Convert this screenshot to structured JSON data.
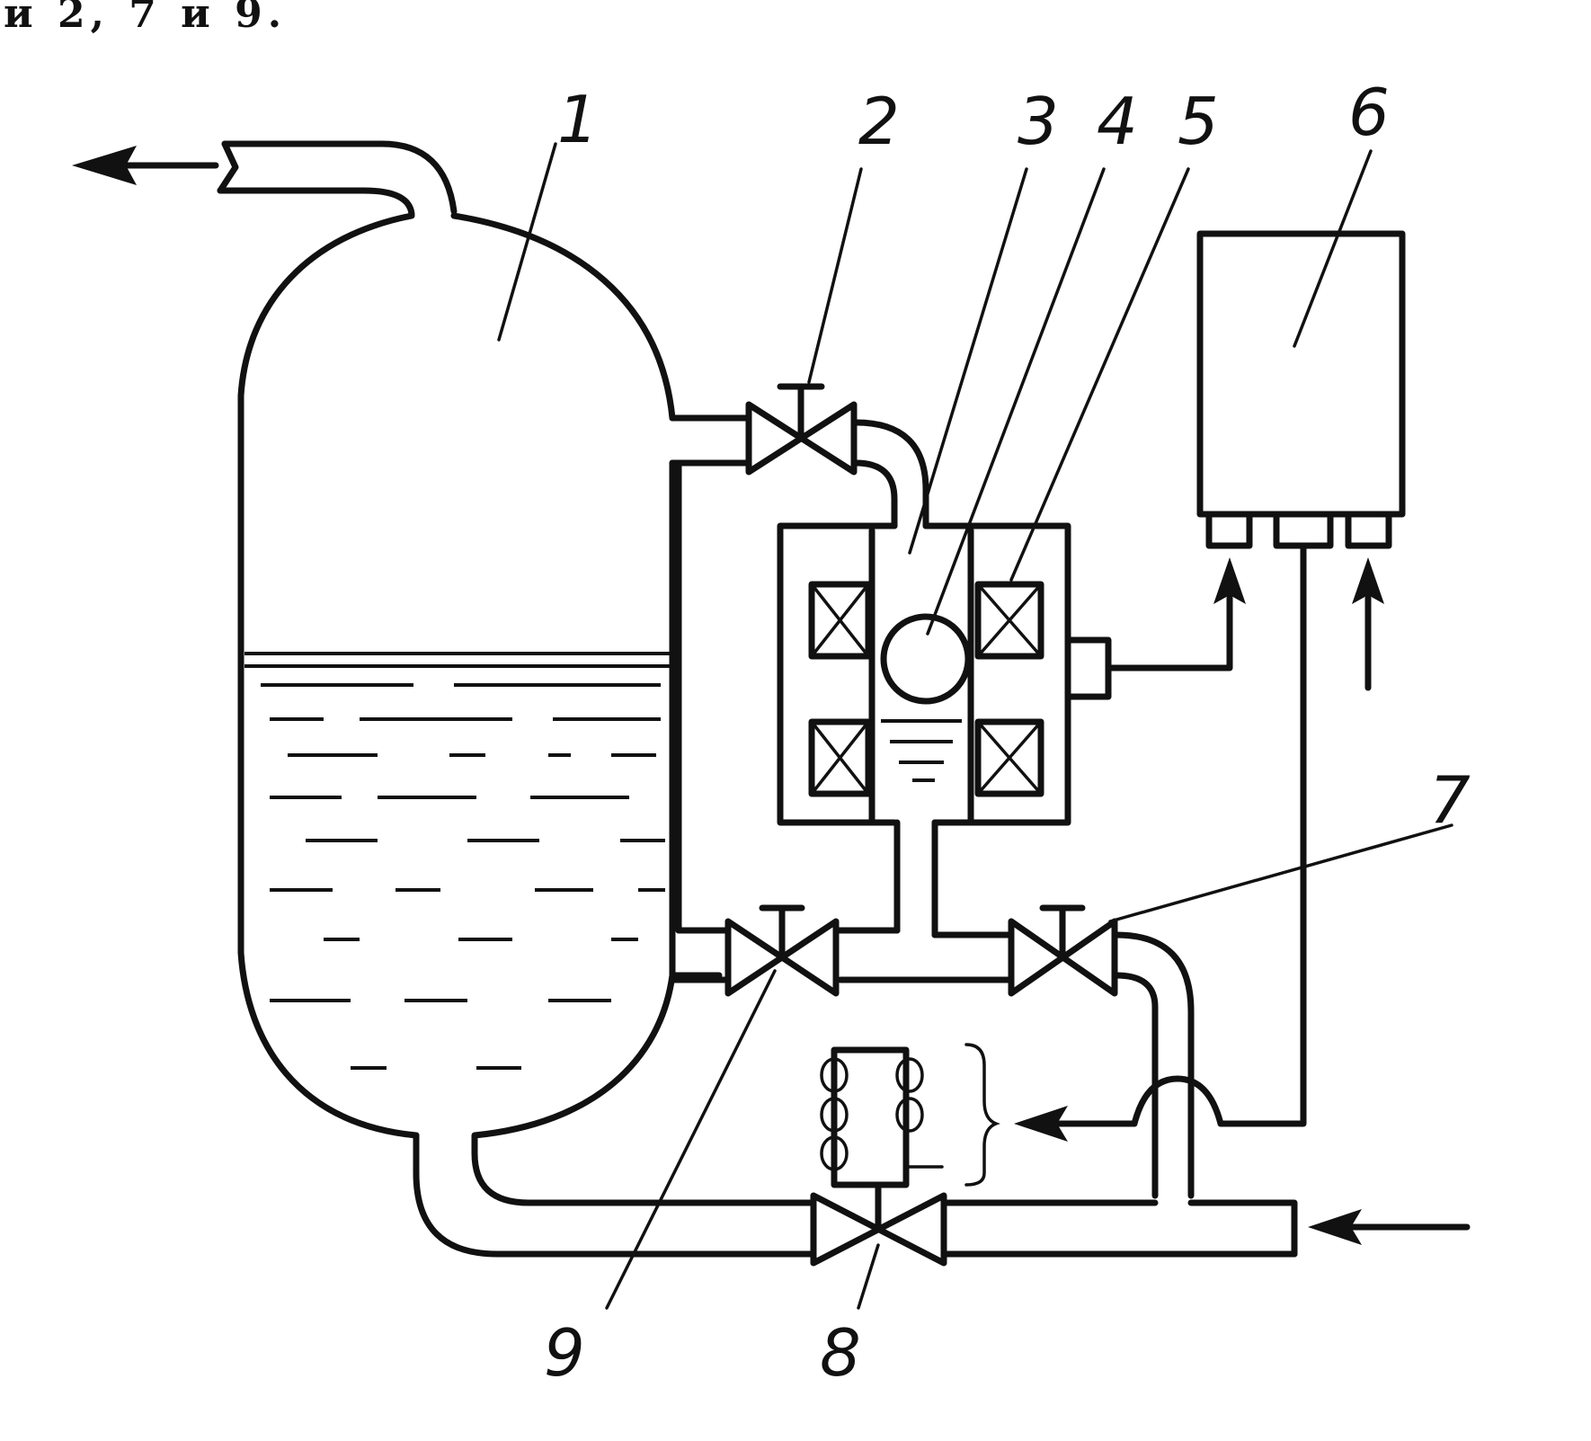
{
  "header": {
    "text": "и 2, 7 и 9."
  },
  "labels": {
    "l1": "1",
    "l2": "2",
    "l3": "3",
    "l4": "4",
    "l5": "5",
    "l6": "6",
    "l7": "7",
    "l8": "8",
    "l9": "9"
  },
  "colors": {
    "ink": "#111111",
    "paper": "#ffffff"
  }
}
